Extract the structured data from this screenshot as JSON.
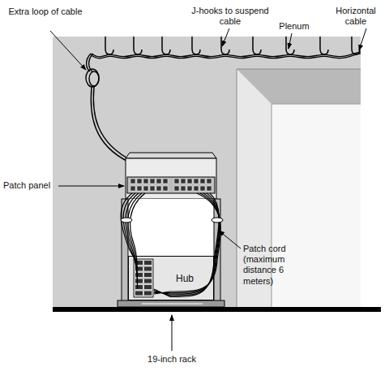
{
  "diagram": {
    "nodes": [
      {
        "text": [
          "Hub"
        ]
      }
    ],
    "labels": [
      "Extra loop of cable",
      "J-hooks to suspend cable",
      "Plenum",
      "Horizontal cable",
      "Patch panel",
      "Patch cord (maximum distance 6 meters)",
      "19-inch rack"
    ]
  }
}
